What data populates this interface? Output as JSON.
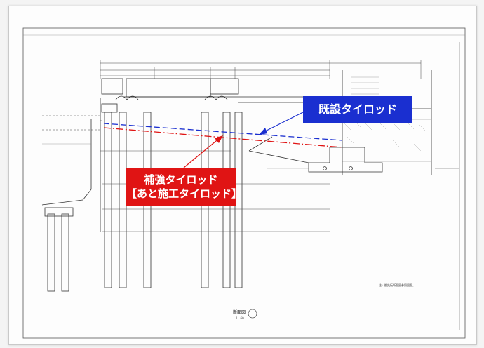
{
  "callouts": {
    "existing_tie_rod": "既設タイロッド",
    "reinforce_tie_rod_line1": "補強タイロッド",
    "reinforce_tie_rod_line2": "【あと施工タイロッド】"
  },
  "drawing": {
    "section_title": "断面図",
    "scale": "1：60",
    "note": "注）鋼矢板断面図参照図面。"
  },
  "colors": {
    "existing": "#1a2fd0",
    "reinforce": "#e01414",
    "line": "#333333"
  }
}
